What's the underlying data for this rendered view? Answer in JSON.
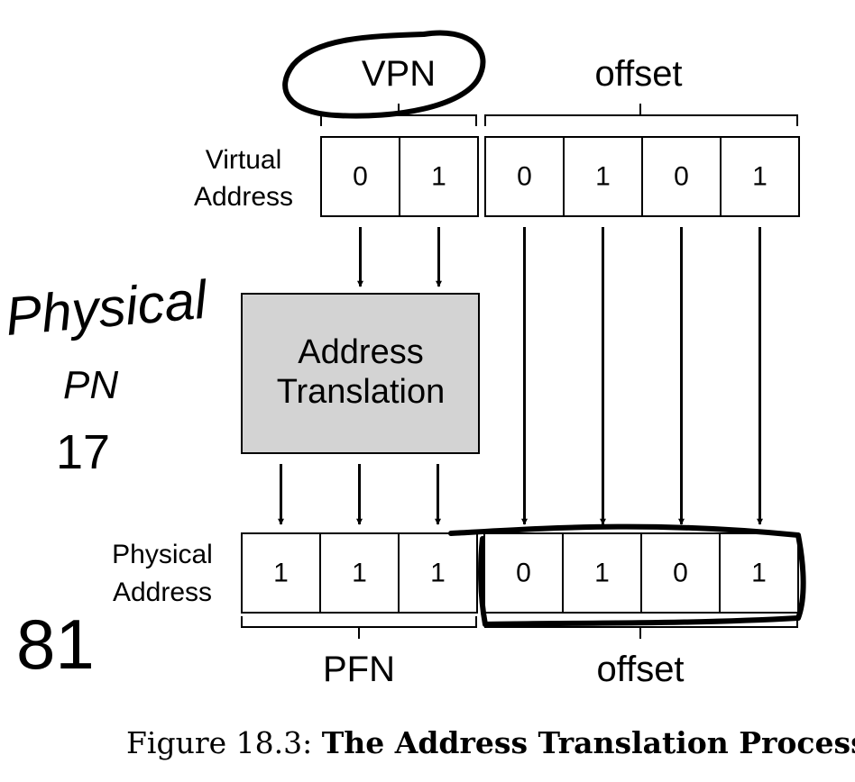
{
  "top_labels": {
    "vpn": "VPN",
    "offset": "offset"
  },
  "virtual_address": {
    "label_line1": "Virtual",
    "label_line2": "Address",
    "bits": [
      "0",
      "1",
      "0",
      "1",
      "0",
      "1"
    ]
  },
  "translation_box": {
    "line1": "Address",
    "line2": "Translation",
    "fill": "#d3d3d3"
  },
  "physical_address": {
    "label_line1": "Physical",
    "label_line2": "Address",
    "bits": [
      "1",
      "1",
      "1",
      "0",
      "1",
      "0",
      "1"
    ]
  },
  "bottom_labels": {
    "pfn": "PFN",
    "offset": "offset"
  },
  "caption": {
    "prefix": "Figure 18.3: ",
    "title": "The Address Translation Process"
  },
  "handwriting": {
    "note_line1": "Physical",
    "note_line2": "PN",
    "note_line3": "17",
    "note_line4": "81"
  }
}
